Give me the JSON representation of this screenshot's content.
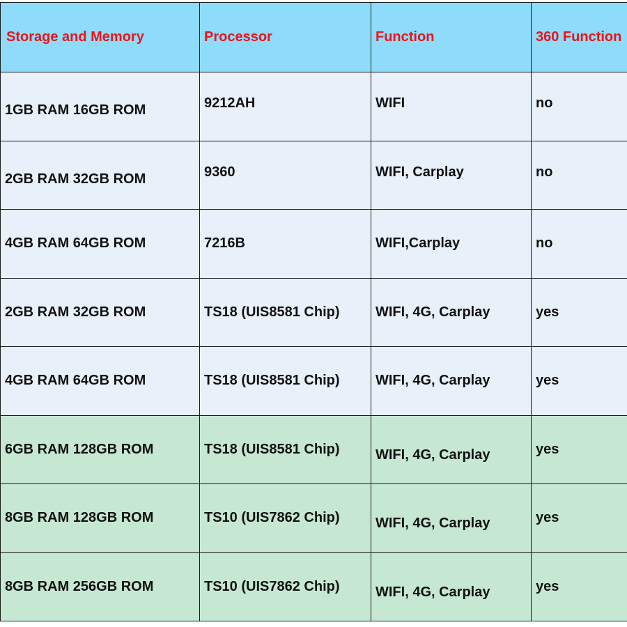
{
  "table": {
    "headers": [
      "Storage and Memory",
      "Processor",
      "Function",
      "360 Function"
    ],
    "rows": [
      {
        "memory": "1GB RAM 16GB ROM",
        "processor": "9212AH",
        "function": "WIFI",
        "f360": "no"
      },
      {
        "memory": "2GB RAM 32GB ROM",
        "processor": "9360",
        "function": "WIFI, Carplay",
        "f360": "no"
      },
      {
        "memory": "4GB RAM 64GB ROM",
        "processor": "7216B",
        "function": "WIFI,Carplay",
        "f360": "no"
      },
      {
        "memory": "2GB RAM 32GB ROM",
        "processor": "TS18 (UIS8581 Chip)",
        "function": "WIFI, 4G, Carplay",
        "f360": "yes"
      },
      {
        "memory": "4GB RAM 64GB ROM",
        "processor": "TS18 (UIS8581 Chip)",
        "function": "WIFI, 4G, Carplay",
        "f360": "yes"
      },
      {
        "memory": "6GB RAM 128GB ROM",
        "processor": "TS18 (UIS8581 Chip)",
        "function": "WIFI, 4G, Carplay",
        "f360": "yes"
      },
      {
        "memory": "8GB RAM 128GB ROM",
        "processor": "TS10 (UIS7862 Chip)",
        "function": "WIFI, 4G, Carplay",
        "f360": "yes"
      },
      {
        "memory": "8GB RAM 256GB ROM",
        "processor": "TS10 (UIS7862 Chip)",
        "function": "WIFI, 4G, Carplay",
        "f360": "yes"
      }
    ]
  },
  "colors": {
    "header_bg": "#8fdcfa",
    "header_text": "#e8151b",
    "row_blue": "#e8f0f9",
    "row_green": "#c6e8d2",
    "highlight_text": "#e8151b",
    "body_text": "#111111"
  }
}
